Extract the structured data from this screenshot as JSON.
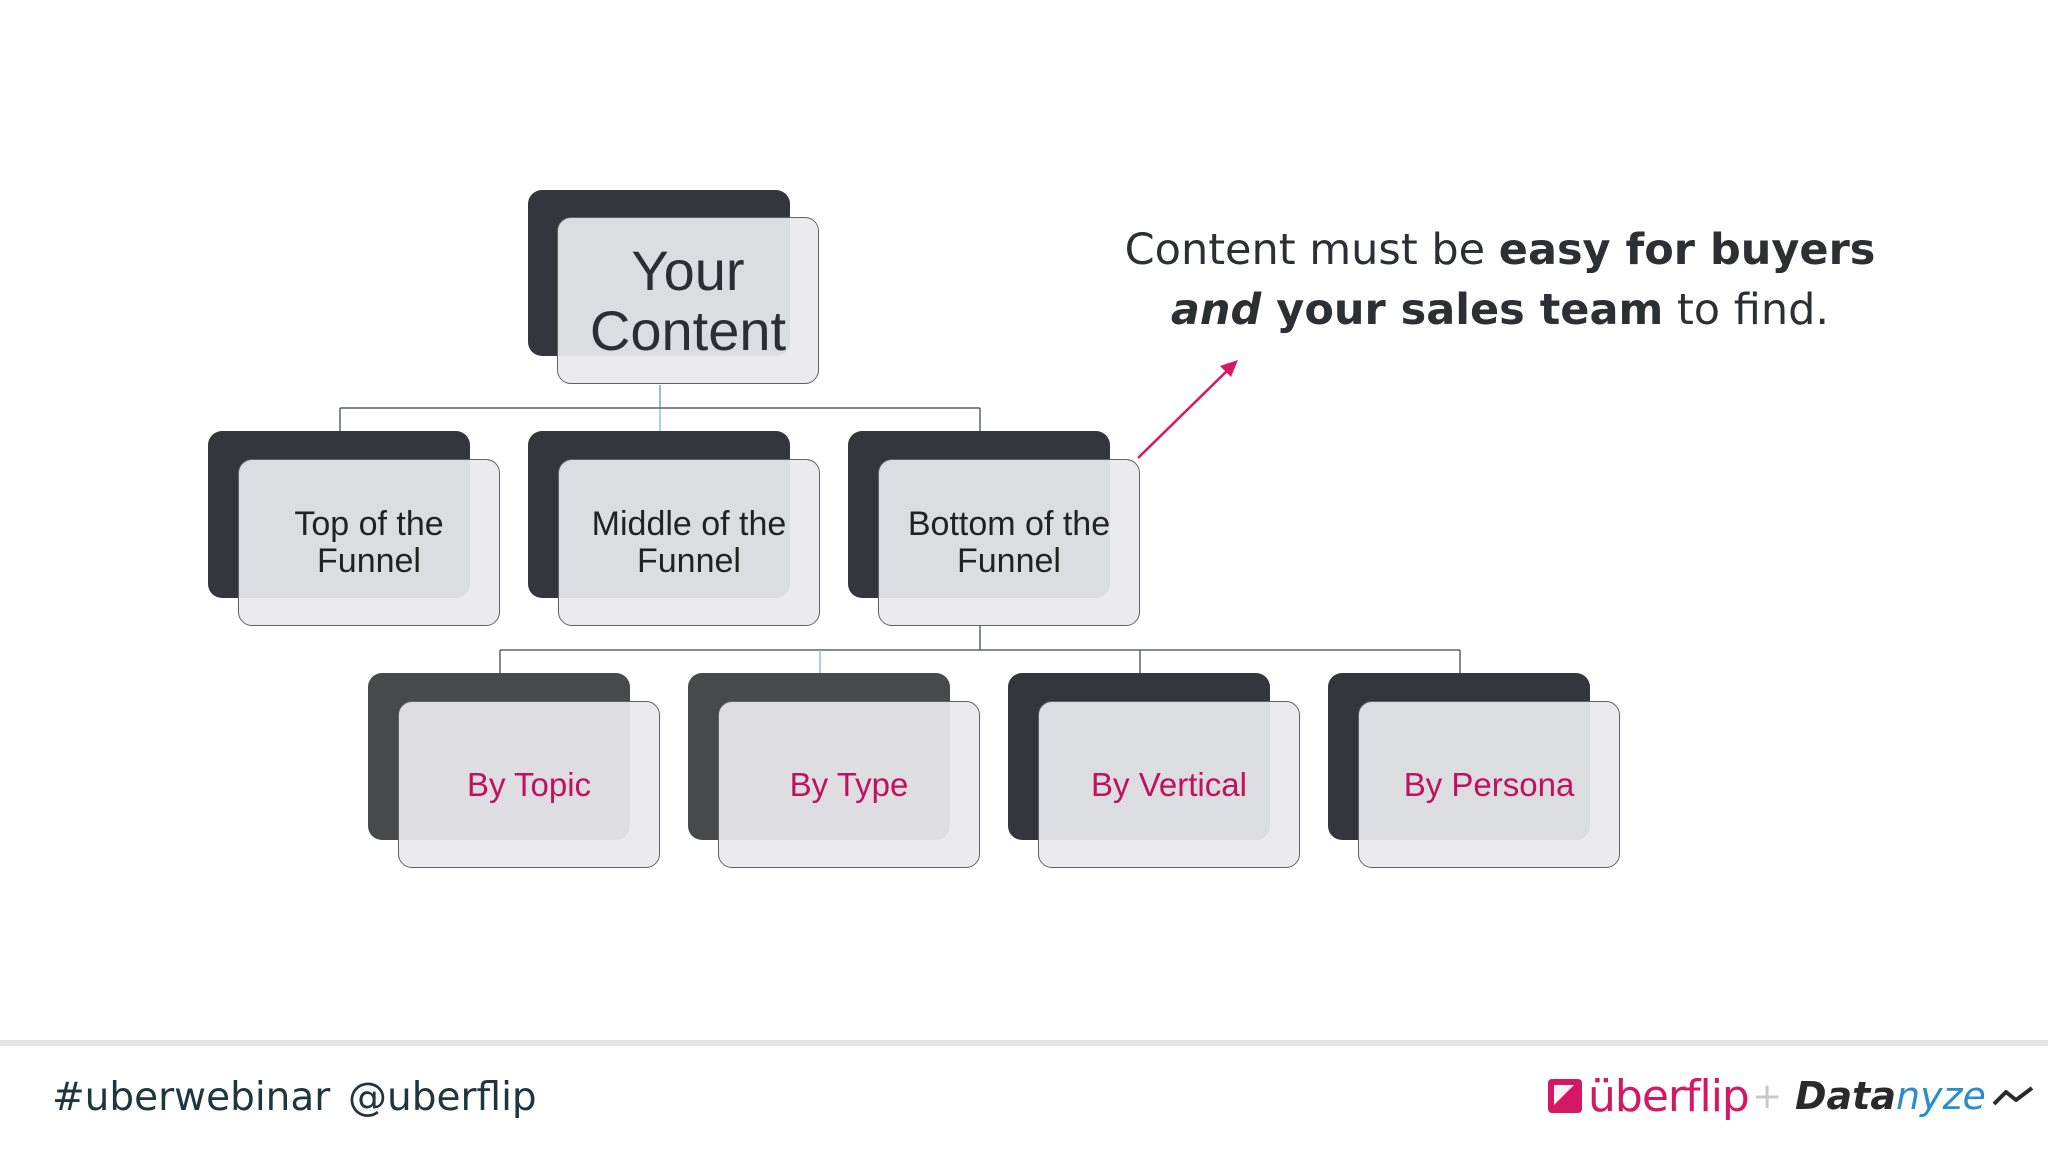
{
  "diagram": {
    "root": {
      "label_line1": "Your",
      "label_line2": "Content"
    },
    "stages": [
      {
        "label_line1": "Top of the",
        "label_line2": "Funnel"
      },
      {
        "label_line1": "Middle of the",
        "label_line2": "Funnel"
      },
      {
        "label_line1": "Bottom of the",
        "label_line2": "Funnel"
      }
    ],
    "facets": [
      {
        "label": "By Topic"
      },
      {
        "label": "By Type"
      },
      {
        "label": "By Vertical"
      },
      {
        "label": "By Persona"
      }
    ]
  },
  "callout": {
    "part1": "Content must be ",
    "part2_bold": "easy for buyers",
    "part3_bold_italic": "and",
    "part4_bold": " your sales team",
    "part5": " to find."
  },
  "footer": {
    "hashtag": "#uberwebinar",
    "handle": "@uberflip",
    "logo_uberflip": "überflip",
    "plus": "+",
    "logo_datanyze_a": "Data",
    "logo_datanyze_b": "nyze"
  },
  "colors": {
    "accent": "#c0105f",
    "brand_uberflip": "#d41863",
    "box_back_dark": "#33373d",
    "box_back_gray": "#48494b",
    "box_front": "#e9eaee",
    "connector": "#5f6368",
    "connector_light": "#8ec2dc"
  }
}
